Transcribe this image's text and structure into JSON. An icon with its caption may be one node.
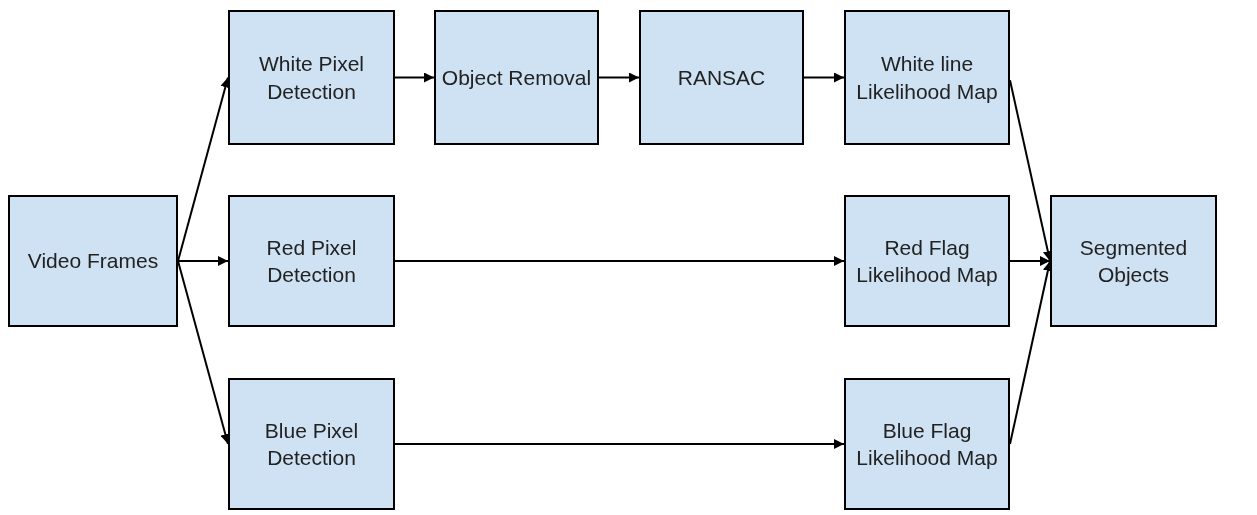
{
  "diagram": {
    "nodes": [
      {
        "text": [
          "Video Frames"
        ]
      },
      {
        "text": [
          "White Pixel Detection"
        ]
      },
      {
        "text": [
          "Object Removal"
        ]
      },
      {
        "text": [
          "RANSAC"
        ]
      },
      {
        "text": [
          "White line Likelihood Map"
        ]
      },
      {
        "text": [
          "Red Pixel Detection"
        ]
      },
      {
        "text": [
          "Red Flag Likelihood Map"
        ]
      },
      {
        "text": [
          "Segmented Objects"
        ]
      },
      {
        "text": [
          "Blue Pixel Detection"
        ]
      },
      {
        "text": [
          "Blue Flag Likelihood Map"
        ]
      }
    ],
    "edges": [
      {
        "from": 0,
        "to": 1,
        "arrow": "to"
      },
      {
        "from": 0,
        "to": 5,
        "arrow": "to"
      },
      {
        "from": 0,
        "to": 8,
        "arrow": "to"
      },
      {
        "from": 1,
        "to": 2,
        "arrow": "to"
      },
      {
        "from": 2,
        "to": 3,
        "arrow": "to"
      },
      {
        "from": 3,
        "to": 4,
        "arrow": "to"
      },
      {
        "from": 5,
        "to": 6,
        "arrow": "to"
      },
      {
        "from": 8,
        "to": 9,
        "arrow": "to"
      },
      {
        "from": 4,
        "to": 7,
        "arrow": "to"
      },
      {
        "from": 6,
        "to": 7,
        "arrow": "to"
      },
      {
        "from": 9,
        "to": 7,
        "arrow": "to"
      }
    ]
  }
}
